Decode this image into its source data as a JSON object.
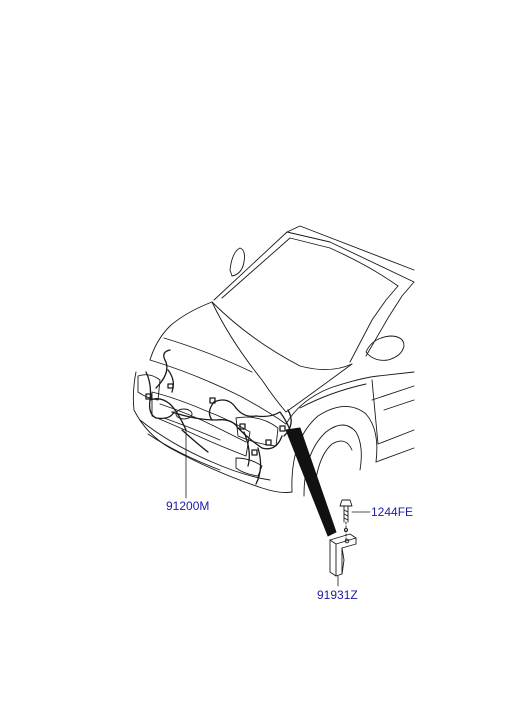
{
  "diagram": {
    "parts": [
      {
        "id": "harness",
        "label": "91200M"
      },
      {
        "id": "bolt",
        "label": "1244FE"
      },
      {
        "id": "bracket",
        "label": "91931Z"
      }
    ]
  },
  "colors": {
    "line": "#1a1a1a",
    "label": "#1a1aa8",
    "background": "#ffffff"
  }
}
